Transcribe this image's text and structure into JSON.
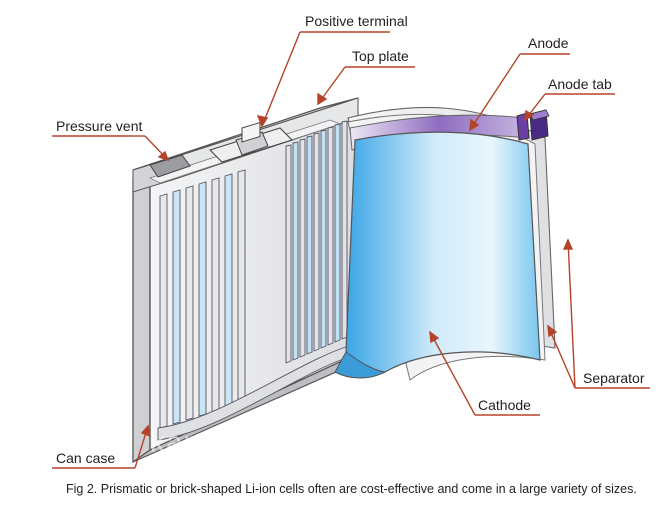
{
  "labels": {
    "positive_terminal": "Positive terminal",
    "top_plate": "Top plate",
    "anode": "Anode",
    "anode_tab": "Anode tab",
    "pressure_vent": "Pressure vent",
    "separator": "Separator",
    "cathode": "Cathode",
    "can_case": "Can case"
  },
  "watermark": "kamcy.en.alibaba.com",
  "caption": "Fig 2. Prismatic or brick-shaped Li-ion cells often are cost-effective and come in a large variety of sizes.",
  "colors": {
    "leader_line": "#b5432a",
    "cathode_blue": "#4fb3e8",
    "anode_purple": "#6a3fa6",
    "case_gray": "#d8d9db"
  }
}
